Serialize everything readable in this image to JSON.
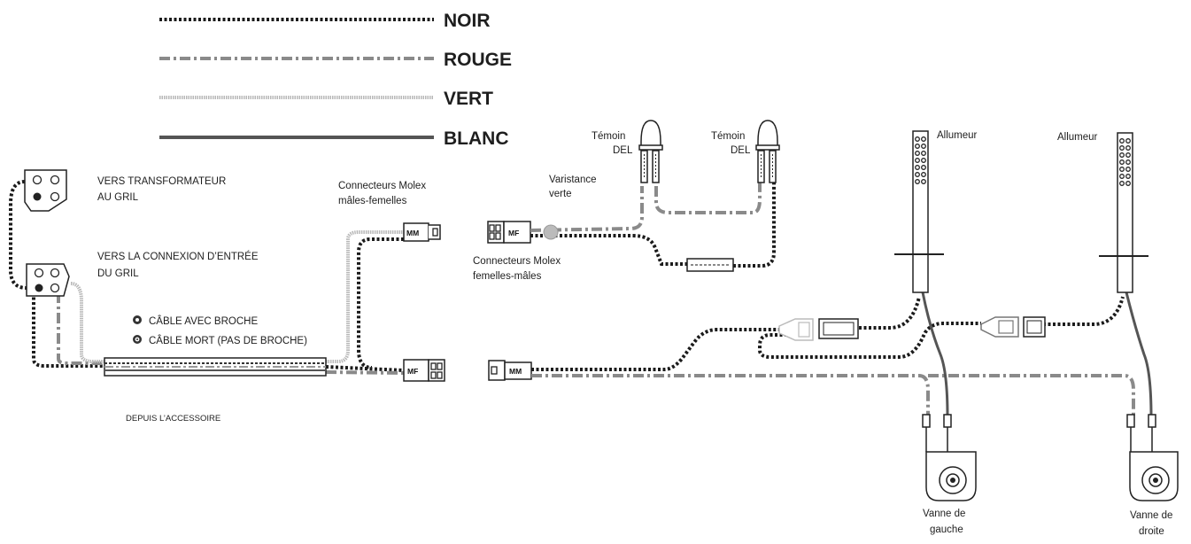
{
  "legend": [
    {
      "label": "NOIR",
      "style": "black-dotted",
      "color": "#1b1b1b"
    },
    {
      "label": "ROUGE",
      "style": "dash-dot",
      "color": "#8a8a8a"
    },
    {
      "label": "VERT",
      "style": "light-dotted",
      "color": "#b8b8b8"
    },
    {
      "label": "BLANC",
      "style": "solid",
      "color": "#505050"
    }
  ],
  "labels": {
    "to_transformer_1": "VERS TRANSFORMATEUR",
    "to_transformer_2": "AU GRIL",
    "to_input_1": "VERS LA CONNEXION D’ENTRÉE",
    "to_input_2": "DU GRIL",
    "pin_wire": "CÂBLE AVEC BROCHE",
    "dead_wire": "CÂBLE MORT (PAS DE BROCHE)",
    "from_accessory": "DEPUIS L’ACCESSOIRE",
    "molex_mf_1": "Connecteurs Molex",
    "molex_mf_2": "mâles-femelles",
    "molex_fm_1": "Connecteurs Molex",
    "molex_fm_2": "femelles-mâles",
    "varistor_1": "Varistance",
    "varistor_2": "verte",
    "led_left_1": "Témoin",
    "led_left_2": "DEL",
    "led_right_1": "Témoin",
    "led_right_2": "DEL",
    "igniter_left": "Allumeur",
    "igniter_right": "Allumeur",
    "valve_left_1": "Vanne de",
    "valve_left_2": "gauche",
    "valve_right_1": "Vanne de",
    "valve_right_2": "droite"
  },
  "connectors": {
    "mm_top": "MM",
    "mf_bottom": "MF",
    "mf_middle": "MF",
    "mm_bottom_right": "MM"
  }
}
